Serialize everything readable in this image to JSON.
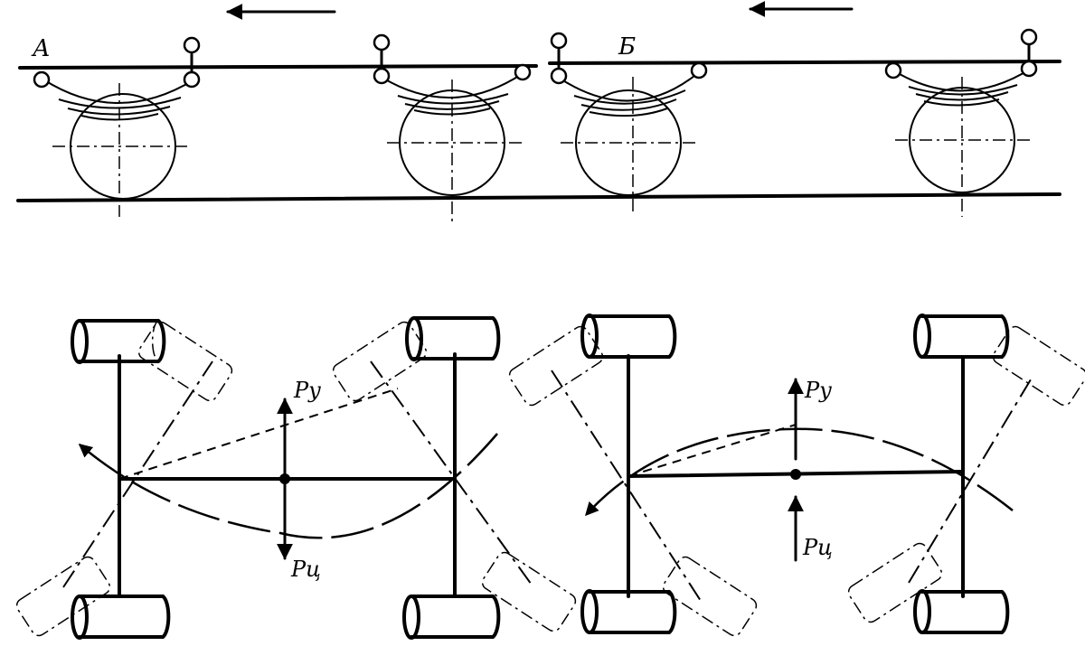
{
  "labels": {
    "view_a": "А",
    "view_b": "Б",
    "force_y_left": "Py",
    "force_c_left": "Pц",
    "force_y_right": "Py",
    "force_c_right": "Pц"
  },
  "colors": {
    "ink": "#000000",
    "paper": "#ffffff"
  }
}
